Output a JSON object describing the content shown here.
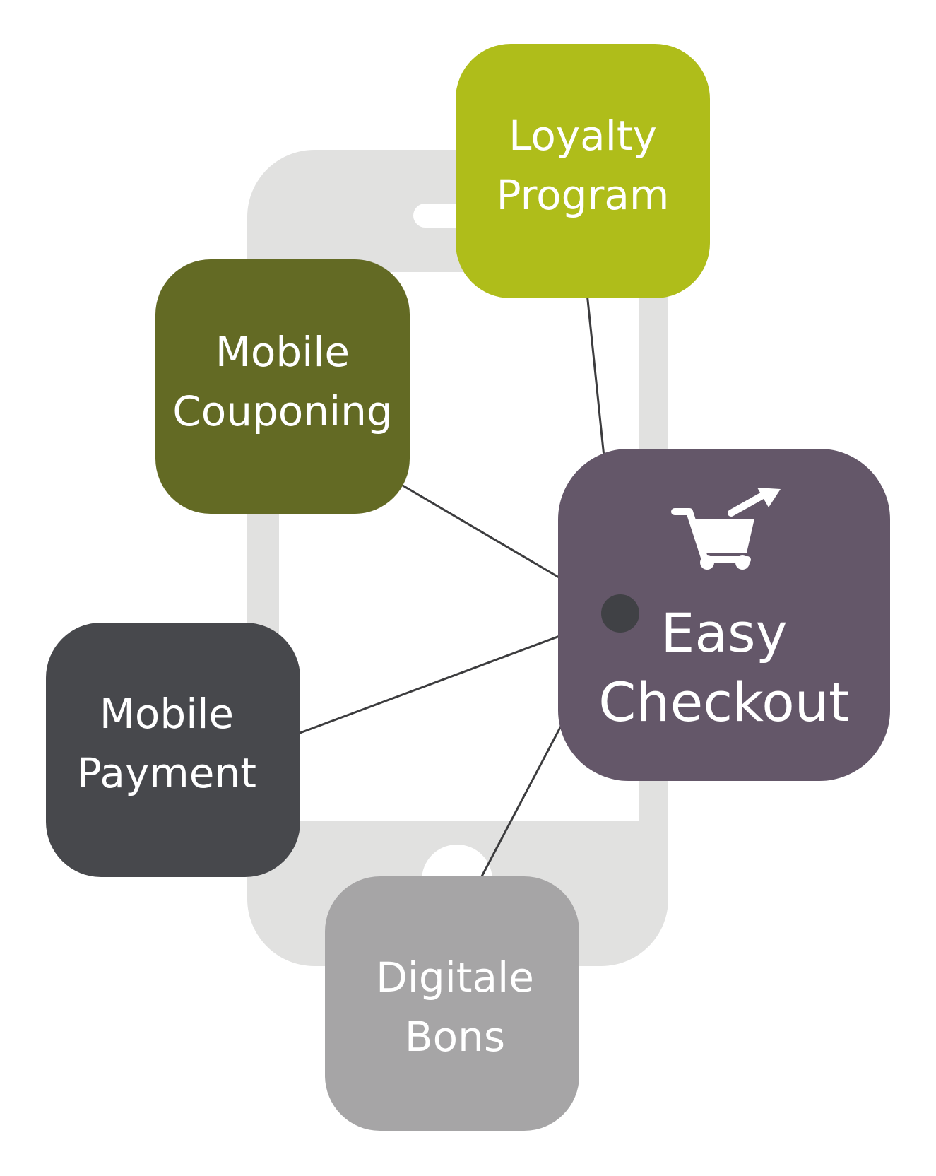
{
  "nodes": {
    "loyalty": {
      "line1": "Loyalty",
      "line2": "Program",
      "color": "#afbd1a"
    },
    "couponing": {
      "line1": "Mobile",
      "line2": "Couponing",
      "color": "#636a24"
    },
    "payment": {
      "line1": "Mobile",
      "line2": "Payment",
      "color": "#47484c"
    },
    "bons": {
      "line1": "Digitale",
      "line2": "Bons",
      "color": "#a6a5a6"
    },
    "checkout": {
      "line1": "Easy",
      "line2": "Checkout",
      "color": "#645769",
      "icon": "shopping-cart-arrow-icon"
    }
  },
  "background": {
    "icon": "smartphone-icon",
    "color": "#e1e1e0"
  }
}
